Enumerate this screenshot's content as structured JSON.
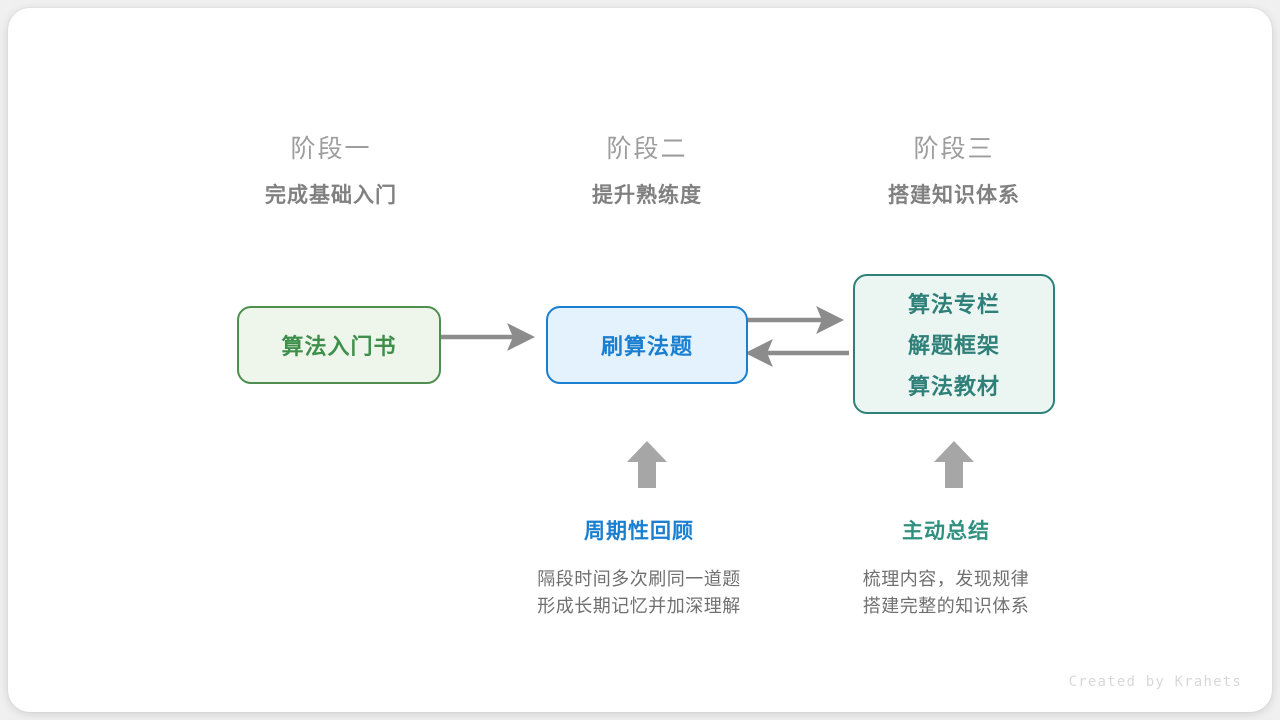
{
  "diagram": {
    "credit": "Created by Krahets",
    "colors": {
      "green": "#3f8f4b",
      "green_border": "#4e8f4f",
      "green_fill": "#eef6ec",
      "blue": "#1b7fd0",
      "blue_fill": "#e3f2fd",
      "teal": "#2f8079",
      "teal_fill": "#ebf5f2",
      "gray_arrow": "#8c8c8c",
      "gray_text": "#808080",
      "gray_light": "#9d9d9d"
    },
    "stages": [
      {
        "number": "阶段一",
        "title": "完成基础入门"
      },
      {
        "number": "阶段二",
        "title": "提升熟练度"
      },
      {
        "number": "阶段三",
        "title": "搭建知识体系"
      }
    ],
    "nodes": [
      {
        "id": "book",
        "lines": [
          "算法入门书"
        ]
      },
      {
        "id": "practice",
        "lines": [
          "刷算法题"
        ]
      },
      {
        "id": "knowledge",
        "lines": [
          "算法专栏",
          "解题框架",
          "算法教材"
        ]
      }
    ],
    "connectors": [
      {
        "id": "book-to-practice",
        "from": "book",
        "to": "practice",
        "direction": "right",
        "icon": "arrow-right-icon"
      },
      {
        "id": "practice-to-knowledge",
        "from": "practice",
        "to": "knowledge",
        "direction": "right",
        "icon": "arrow-right-icon"
      },
      {
        "id": "knowledge-to-practice",
        "from": "knowledge",
        "to": "practice",
        "direction": "left",
        "icon": "arrow-left-icon"
      }
    ],
    "captions": [
      {
        "id": "review",
        "icon": "arrow-up-icon",
        "title": "周期性回顾",
        "accent": "blue",
        "body": [
          "隔段时间多次刷同一道题",
          "形成长期记忆并加深理解"
        ]
      },
      {
        "id": "summarize",
        "icon": "arrow-up-icon",
        "title": "主动总结",
        "accent": "teal",
        "body": [
          "梳理内容，发现规律",
          "搭建完整的知识体系"
        ]
      }
    ]
  }
}
